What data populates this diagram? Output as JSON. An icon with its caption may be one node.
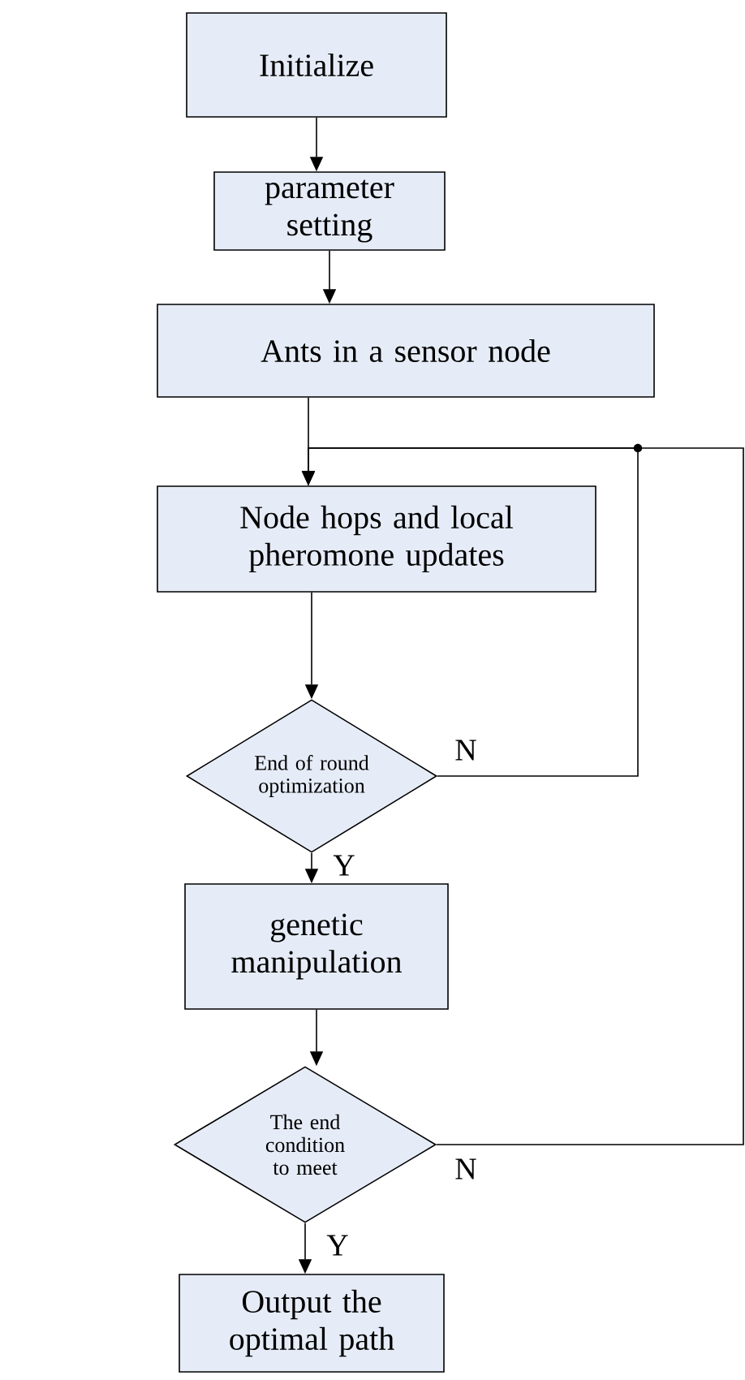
{
  "diagram": {
    "nodes": [
      {
        "text": [
          "Initialize"
        ]
      },
      {
        "text": [
          "parameter setting"
        ]
      },
      {
        "text": [
          "Ants in a sensor node"
        ]
      },
      {
        "text": [
          "Node hops and local pheromone updates"
        ]
      },
      {
        "text": [
          "End of round optimization"
        ]
      },
      {
        "text": [
          "genetic manipulation"
        ]
      },
      {
        "text": [
          "The end condition to meet"
        ]
      },
      {
        "text": [
          "Output the optimal path"
        ]
      }
    ],
    "edges": [
      {
        "from": 0,
        "to": 1,
        "arrow": "to"
      },
      {
        "from": 1,
        "to": 2,
        "arrow": "to"
      },
      {
        "from": 2,
        "to": 3,
        "arrow": "to"
      },
      {
        "from": 3,
        "to": 4,
        "arrow": "to"
      },
      {
        "from": 4,
        "to": 3,
        "arrow": "to",
        "label": "N"
      },
      {
        "from": 4,
        "to": 5,
        "arrow": "to",
        "label": "Y"
      },
      {
        "from": 5,
        "to": 6,
        "arrow": "to"
      },
      {
        "from": 6,
        "to": 7,
        "arrow": "to",
        "label": "Y"
      },
      {
        "from": 6,
        "to": 3,
        "arrow": "to",
        "label": "N"
      }
    ]
  }
}
